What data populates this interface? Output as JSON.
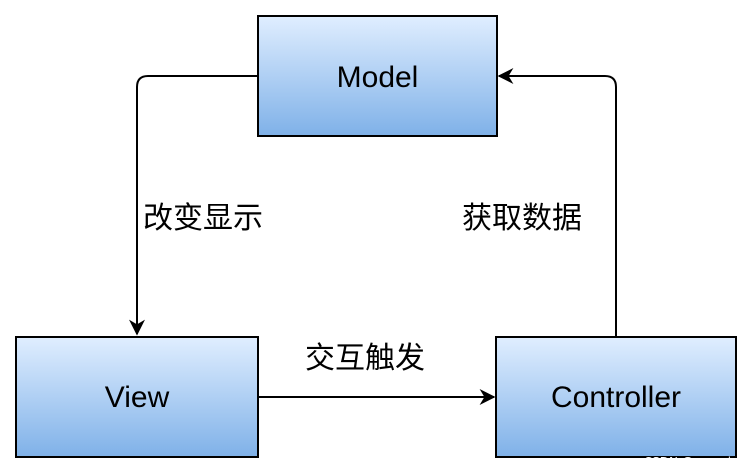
{
  "nodes": {
    "model": "Model",
    "view": "View",
    "controller": "Controller"
  },
  "edges": {
    "model_to_view": "改变显示",
    "controller_to_model": "获取数据",
    "view_to_controller": "交互触发"
  },
  "watermark": "CSDN @gong jr",
  "colors": {
    "box_top": "#e0eeff",
    "box_bottom": "#7fb1e8",
    "stroke": "#000000"
  }
}
